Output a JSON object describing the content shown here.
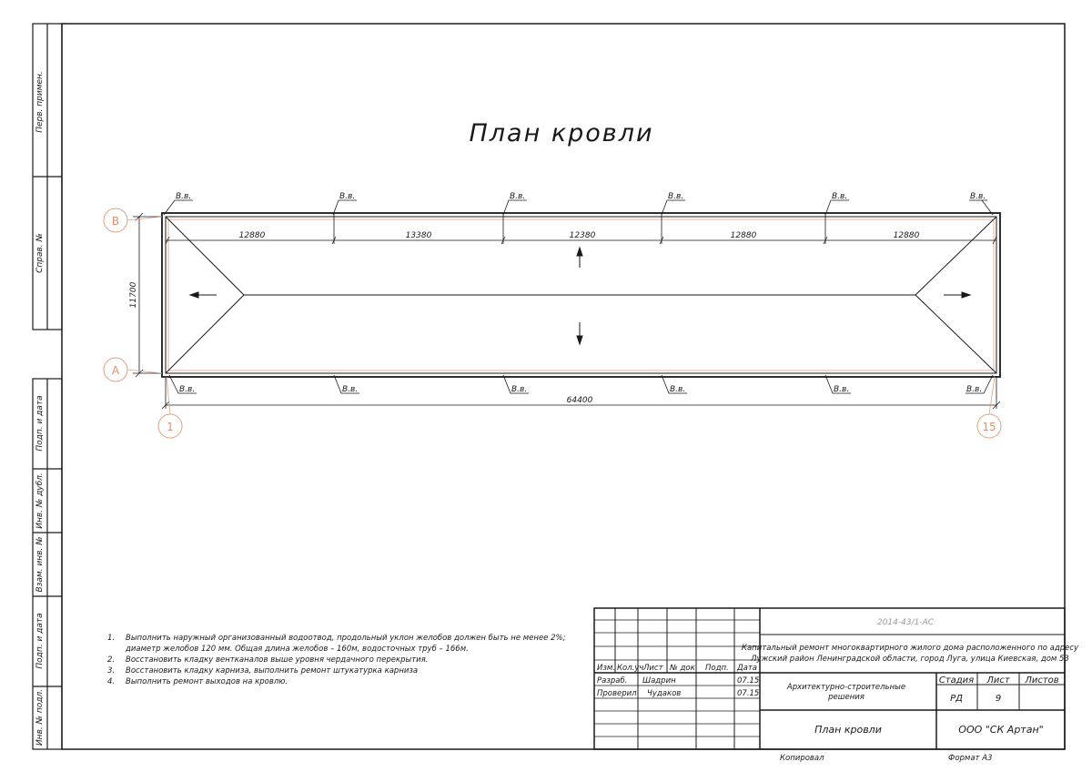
{
  "drawing": {
    "title": "План кровли",
    "axes": {
      "b": "В",
      "a": "А",
      "c1": "1",
      "c15": "15"
    },
    "dims": {
      "d1": "12880",
      "d2": "13380",
      "d3": "12380",
      "d4": "12880",
      "d5": "12880",
      "total": "64400",
      "height": "11700"
    },
    "drain_label": "В.в.",
    "notes": [
      "1.",
      "Выполнить наружный организованный водоотвод, продольный уклон желобов должен быть не менее 2%;",
      "диаметр желобов 120 мм. Общая длина желобов – 160м, водосточных труб – 166м.",
      "2.",
      "Восстановить кладку вентканалов выше уровня чердачного перекрытия.",
      "3.",
      "Восстановить кладку карниза, выполнить ремонт штукатурка карниза",
      "4.",
      "Выполнить ремонт выходов на кровлю."
    ]
  },
  "side_stamp": {
    "perv": "Перв. примен.",
    "sprav": "Справ. №",
    "podp1": "Подп. и дата",
    "inv_dubl": "Инв. № дубл.",
    "vzam": "Взам. инв. №",
    "podp2": "Подп. и дата",
    "inv_podl": "Инв. № подл."
  },
  "title_block": {
    "doc_code": "2014-43/1-АС",
    "object_line1": "Капитальный ремонт многоквартирного жилого дома расположенного по адресу",
    "object_line2": "Лужский район Ленинградской области, город Луга, улица Киевская, дом 53",
    "h_izm": "Изм.",
    "h_koluch": "Кол.уч",
    "h_list": "Лист",
    "h_ndok": "№ док",
    "h_podp": "Подп.",
    "h_data": "Дата",
    "razrab": "Разраб.",
    "razrab_name": "Шадрин",
    "razrab_date": "07.15",
    "proveril": "Проверил",
    "proveril_name": "Чудаков",
    "proveril_date": "07.15",
    "section_line1": "Архитектурно-строительные",
    "section_line2": "решения",
    "h_stadia": "Стадия",
    "h_list2": "Лист",
    "h_listov": "Листов",
    "stadia": "РД",
    "list_no": "9",
    "sheet_name": "План кровли",
    "company": "ООО \"СК Артан\"",
    "copied": "Копировал",
    "format": "Формат А3"
  }
}
